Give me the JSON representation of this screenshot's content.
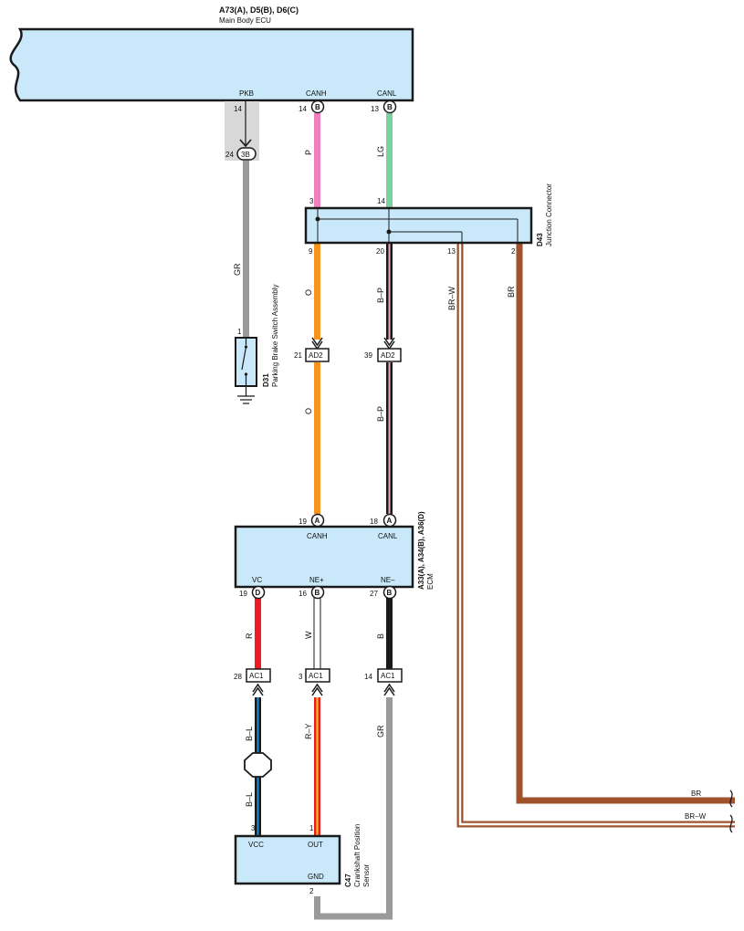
{
  "colors": {
    "box_fill": "#c9e9fb",
    "box_stroke": "#1a1a1a",
    "pink": "#ef7fbf",
    "light_green": "#7fd0a0",
    "gray": "#9a9a9a",
    "orange": "#f5951f",
    "black_pink_core": "#f0a6c8",
    "brown": "#a0522d",
    "red": "#ed1c24",
    "white": "#ffffff",
    "black": "#1a1a1a",
    "blue": "#1e8fd8",
    "yellow": "#f2d21a",
    "shaded_region": "#d8d8d8"
  },
  "main_ecu": {
    "codes": "A73(A), D5(B), D6(C)",
    "name": "Main Body ECU",
    "pins": {
      "pkb": "PKB",
      "canh": "CANH",
      "canl": "CANL"
    },
    "pin_numbers": {
      "pkb": "14",
      "canh": "14",
      "canl": "13"
    },
    "connector_letters": {
      "canh": "B",
      "canl": "B"
    }
  },
  "inline_3b": {
    "pin": "24",
    "label": "3B"
  },
  "wires": {
    "p": "P",
    "lg": "LG",
    "gr_upper": "GR",
    "o_upper": "O",
    "bp_upper": "B–P",
    "brw": "BR–W",
    "br": "BR",
    "o_lower": "O",
    "bp_lower": "B–P",
    "r": "R",
    "w": "W",
    "b": "B",
    "bl_upper": "B–L",
    "ry": "R–Y",
    "gr_lower": "GR",
    "bl_lower": "B–L"
  },
  "junction": {
    "code": "D43",
    "name": "Junction Connector",
    "pins": {
      "in_pink": "3",
      "in_green": "14",
      "out_orange": "9",
      "out_bp": "20",
      "out_brw": "13",
      "out_br": "2"
    }
  },
  "parking_brake": {
    "code": "D31",
    "name": "Parking Brake Switch Assembly",
    "pin": "1"
  },
  "ad2": {
    "label": "AD2",
    "pin_left": "21",
    "pin_right": "39"
  },
  "ecm": {
    "codes": "A33(A), A34(B), A36(D)",
    "name": "ECM",
    "pins": {
      "canh": "CANH",
      "canl": "CANL",
      "vc": "VC",
      "ne_plus": "NE+",
      "ne_minus": "NE–"
    },
    "pin_numbers": {
      "canh": "19",
      "canl": "18",
      "vc": "19",
      "ne_plus": "16",
      "ne_minus": "27"
    },
    "connector_letters": {
      "canh": "A",
      "canl": "A",
      "vc": "D",
      "ne_plus": "B",
      "ne_minus": "B"
    }
  },
  "ac1": {
    "label": "AC1",
    "pin_left": "28",
    "pin_mid": "3",
    "pin_right": "14"
  },
  "sensor": {
    "code": "C47",
    "name_line1": "Crankshaft Position",
    "name_line2": "Sensor",
    "pins": {
      "vcc": "VCC",
      "out": "OUT",
      "gnd": "GND"
    },
    "pin_numbers": {
      "vcc": "3",
      "out": "1",
      "gnd": "2"
    }
  },
  "offpage": {
    "br": "BR",
    "brw": "BR–W"
  }
}
